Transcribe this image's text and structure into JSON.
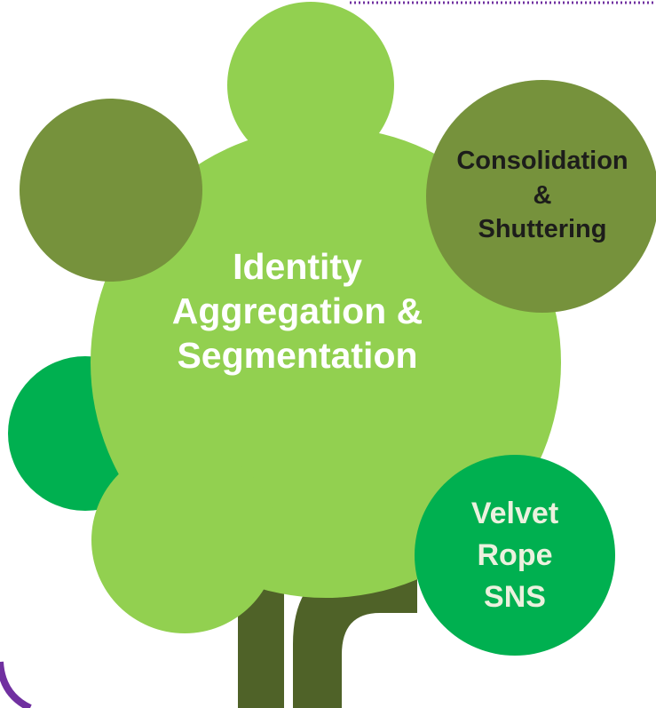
{
  "colors": {
    "light_green": "#92d050",
    "olive": "#76923c",
    "bright_green": "#00b050",
    "trunk": "#4f6228",
    "border_accent": "#7030a0",
    "dark_text": "#1d1d1b",
    "light_text": "#ffffff",
    "cream_text": "#ebf1de"
  },
  "diagram": {
    "main_label": [
      "Identity",
      "Aggregation &",
      "Segmentation"
    ],
    "consolidation_label": [
      "Consolidation",
      "&",
      "Shuttering"
    ],
    "velvet_label": [
      "Velvet",
      "Rope",
      "SNS"
    ]
  }
}
